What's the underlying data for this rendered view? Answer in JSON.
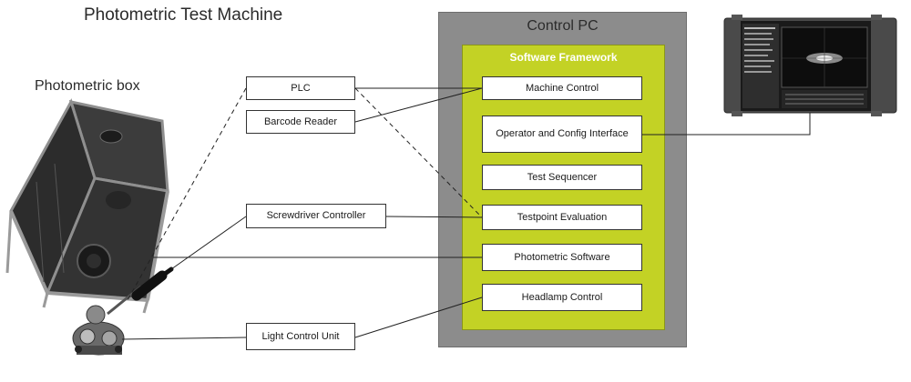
{
  "title": "Photometric Test Machine",
  "photometric_box_label": "Photometric box",
  "control_pc": {
    "title": "Control PC",
    "framework": {
      "title": "Software Framework",
      "modules": {
        "machine_control": "Machine Control",
        "operator_interface": "Operator and Config Interface",
        "test_sequencer": "Test Sequencer",
        "testpoint_evaluation": "Testpoint Evaluation",
        "photometric_software": "Photometric Software",
        "headlamp_control": "Headlamp Control"
      }
    }
  },
  "devices": {
    "plc": "PLC",
    "barcode_reader": "Barcode Reader",
    "screwdriver_controller": "Screwdriver Controller",
    "light_control_unit": "Light Control Unit"
  },
  "colors": {
    "control_pc_fill": "#8c8c8c",
    "framework_fill": "#c3d225",
    "framework_title": "#ffffff"
  }
}
